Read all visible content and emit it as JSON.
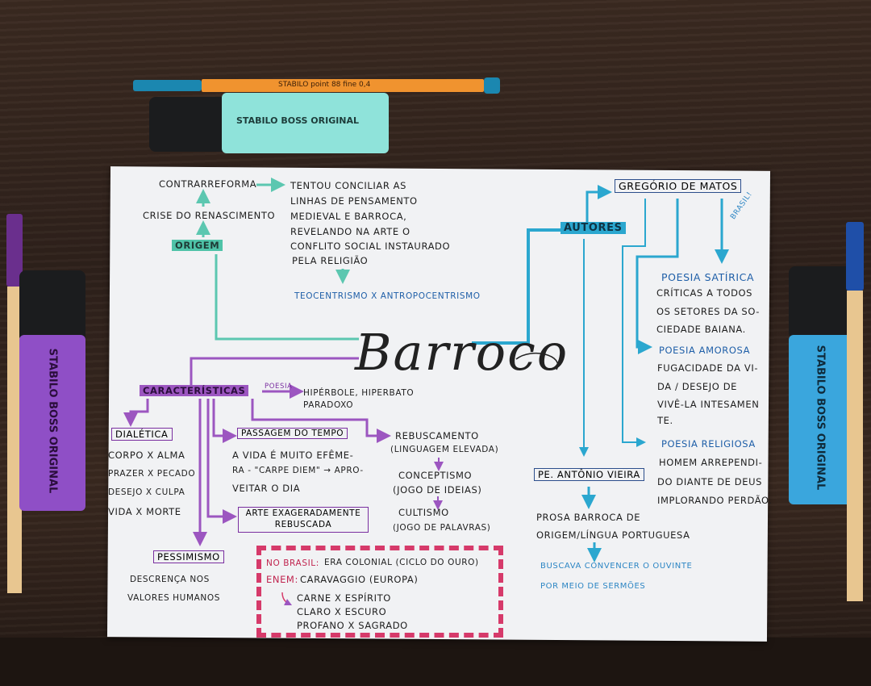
{
  "props": {
    "pen_top_brand": "STABILO point 88 fine 0,4",
    "highlighter_top_brand": "STABILO BOSS ORIGINAL",
    "highlighter_left_brand": "STABILO BOSS ORIGINAL",
    "highlighter_right_brand": "STABILO BOSS ORIGINAL"
  },
  "colors": {
    "origem": "#4fc3a8",
    "autores": "#2ba7cf",
    "caracteristicas": "#9c56c0",
    "enem": "#d63a6a",
    "wood": "#3b2a21"
  },
  "title": "Barroco",
  "origem": {
    "label": "ORIGEM",
    "crise": "CRISE DO RENASCIMENTO",
    "contrarreforma": "CONTRARREFORMA",
    "desc": [
      "TENTOU CONCILIAR AS",
      "LINHAS DE PENSAMENTO",
      "MEDIEVAL E BARROCA,",
      "REVELANDO NA ARTE O",
      "CONFLITO SOCIAL INSTAURADO",
      "PELA RELIGIÃO"
    ],
    "conclusion": "TEOCENTRISMO X ANTROPOCENTRISMO"
  },
  "autores": {
    "label": "AUTORES",
    "gregorio": {
      "name": "GREGÓRIO DE MATOS",
      "note": "BRASIL!",
      "satirica": {
        "title": "POESIA SATÍRICA",
        "lines": [
          "CRÍTICAS A TODOS",
          "OS SETORES DA SO-",
          "CIEDADE BAIANA."
        ]
      },
      "amorosa": {
        "title": "POESIA AMOROSA",
        "lines": [
          "FUGACIDADE DA VI-",
          "DA / DESEJO DE",
          "VIVÊ-LA INTESAMEN",
          "TE."
        ]
      },
      "religiosa": {
        "title": "POESIA RELIGIOSA",
        "lines": [
          "HOMEM ARREPENDI-",
          "DO DIANTE DE DEUS",
          "IMPLORANDO PERDÃO."
        ]
      }
    },
    "vieira": {
      "name": "PE. ANTÔNIO VIEIRA",
      "lines": [
        "PROSA BARROCA DE",
        "ORIGEM/LÍNGUA PORTUGUESA"
      ],
      "aim": [
        "BUSCAVA CONVENCER O OUVINTE",
        "POR MEIO DE SERMÕES"
      ]
    }
  },
  "caracteristicas": {
    "label": "CARACTERÍSTICAS",
    "poesia_label": "POESIA",
    "poesia": [
      "HIPÉRBOLE, HIPERBATO",
      "PARADOXO"
    ],
    "dialetica": {
      "title": "DIALÉTICA",
      "pairs": [
        "CORPO X ALMA",
        "PRAZER X PECADO",
        "DESEJO X CULPA",
        "VIDA X MORTE"
      ]
    },
    "passagem": {
      "title": "PASSAGEM DO TEMPO",
      "lines": [
        "A VIDA É MUITO EFÊME-",
        "RA - \"CARPE DIEM\" → APRO-",
        "VEITAR O DIA"
      ]
    },
    "arte": [
      "ARTE EXAGERADAMENTE",
      "REBUSCADA"
    ],
    "rebuscamento": [
      "REBUSCAMENTO",
      "(LINGUAGEM ELEVADA)",
      "CONCEPTISMO",
      "(JOGO DE IDEIAS)",
      "CULTISMO",
      "(JOGO DE PALAVRAS)"
    ],
    "pessimismo": {
      "title": "PESSIMISMO",
      "lines": [
        "DESCRENÇA NOS",
        "VALORES HUMANOS"
      ]
    }
  },
  "box_enem": {
    "brasil_label": "NO BRASIL:",
    "brasil_text": "ERA COLONIAL (CICLO DO OURO)",
    "enem_label": "ENEM:",
    "enem_text": "CARAVAGGIO (EUROPA)",
    "pairs": [
      "CARNE X ESPÍRITO",
      "CLARO X ESCURO",
      "PROFANO X SAGRADO"
    ]
  }
}
